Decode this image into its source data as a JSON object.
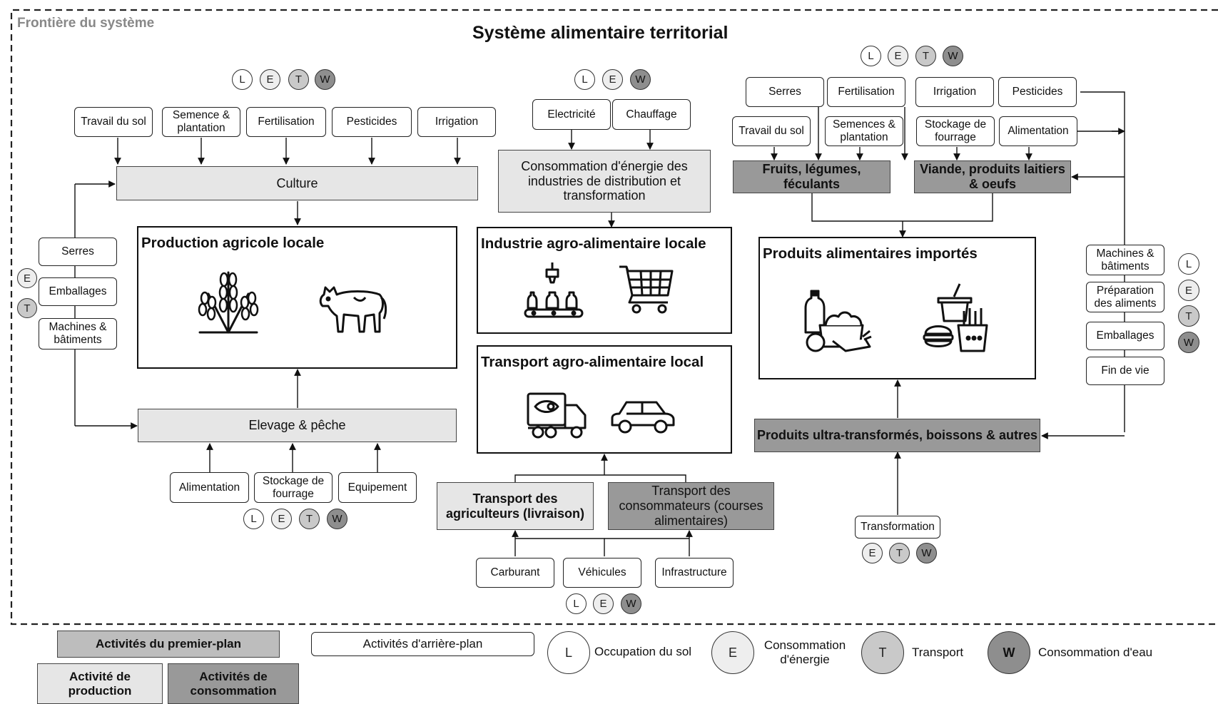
{
  "boundary_label": "Frontière du système",
  "title": "Système alimentaire territorial",
  "impact_letters": {
    "L": "L",
    "E": "E",
    "T": "T",
    "W": "W"
  },
  "colors": {
    "production": "#e6e6e6",
    "consumption": "#999999",
    "background": "#ffffff"
  },
  "agri": {
    "inputs_culture": [
      "Travail du sol",
      "Semence & plantation",
      "Fertilisation",
      "Pesticides",
      "Irrigation"
    ],
    "culture": "Culture",
    "hub_title": "Production agricole locale",
    "hub_icons": [
      "wheat-icon",
      "cow-icon"
    ],
    "side_inputs": [
      "Serres",
      "Emballages",
      "Machines & bâtiments"
    ],
    "elevage": "Elevage & pêche",
    "inputs_elevage": [
      "Alimentation",
      "Stockage de fourrage",
      "Equipement"
    ]
  },
  "industry": {
    "energy_inputs": [
      "Electricité",
      "Chauffage"
    ],
    "energy_consumption": "Consommation d'énergie des industries de distribution et transformation",
    "hub_industry": "Industrie agro-alimentaire locale",
    "industry_icons": [
      "factory-conveyor-icon",
      "shopping-cart-icon"
    ],
    "hub_transport": "Transport agro-alimentaire local",
    "transport_icons": [
      "delivery-truck-icon",
      "car-icon"
    ],
    "transport_farmers": "Transport des agriculteurs (livraison)",
    "transport_consumers": "Transport des consommateurs (courses alimentaires)",
    "transport_inputs": [
      "Carburant",
      "Véhicules",
      "Infrastructure"
    ]
  },
  "imports": {
    "top_inputs": [
      "Serres",
      "Fertilisation",
      "Irrigation",
      "Pesticides"
    ],
    "second_inputs": [
      "Travail du sol",
      "Semences & plantation",
      "Stockage de fourrage",
      "Alimentation"
    ],
    "fruits": "Fruits, légumes, féculants",
    "meat": "Viande, produits laitiers & oeufs",
    "hub_title": "Produits alimentaires importés",
    "hub_icons": [
      "groceries-icon",
      "fast-food-icon"
    ],
    "right_inputs": [
      "Machines & bâtiments",
      "Préparation des aliments",
      "Emballages",
      "Fin de vie"
    ],
    "ultra": "Produits ultra-transformés, boissons & autres",
    "transformation": "Transformation"
  },
  "legend": {
    "primary": "Activités du premier-plan",
    "background": "Activités d'arrière-plan",
    "production": "Activité de production",
    "consumption": "Activités de consommation",
    "L": "Occupation du sol",
    "E": "Consommation d'énergie",
    "T": "Transport",
    "W": "Consommation d'eau"
  }
}
